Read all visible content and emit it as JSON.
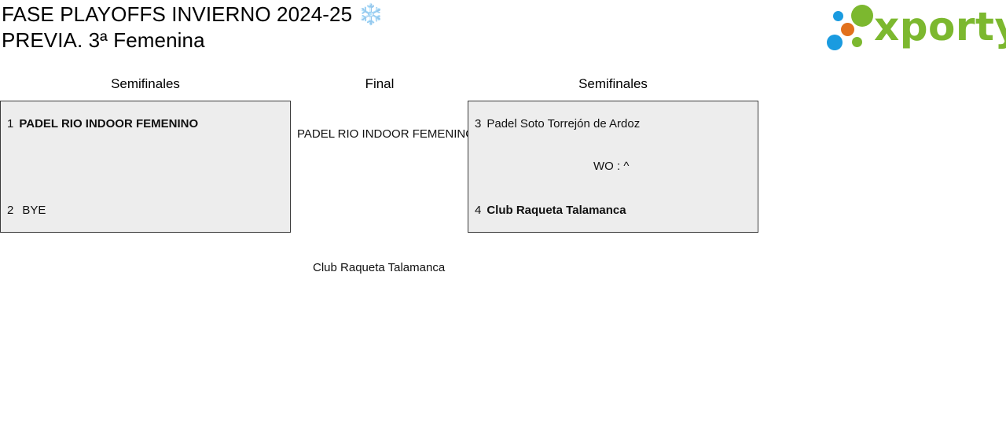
{
  "header": {
    "title_line1": "FASE PLAYOFFS INVIERNO 2024-25 ❄️",
    "title_line2": "PREVIA. 3ª Femenina"
  },
  "logo": {
    "text": "xporty",
    "colors": {
      "green": "#7cb82f",
      "blue": "#1a9be0",
      "orange": "#e2711d"
    }
  },
  "columns": {
    "left": "Semifinales",
    "center": "Final",
    "right": "Semifinales"
  },
  "left_match": {
    "team1": {
      "seed": "1",
      "name": "PADEL RIO INDOOR FEMENINO"
    },
    "team2": {
      "seed": "2",
      "name": "BYE"
    }
  },
  "right_match": {
    "team1": {
      "seed": "3",
      "name": "Padel Soto Torrejón de Ardoz"
    },
    "score": "WO : ^",
    "team2": {
      "seed": "4",
      "name": "Club Raqueta Talamanca"
    }
  },
  "final": {
    "team_top": "PADEL RIO INDOOR FEMENINO",
    "team_bottom": "Club Raqueta Talamanca"
  },
  "colors": {
    "box_background": "#ededed",
    "box_border": "#3a3a3a"
  }
}
